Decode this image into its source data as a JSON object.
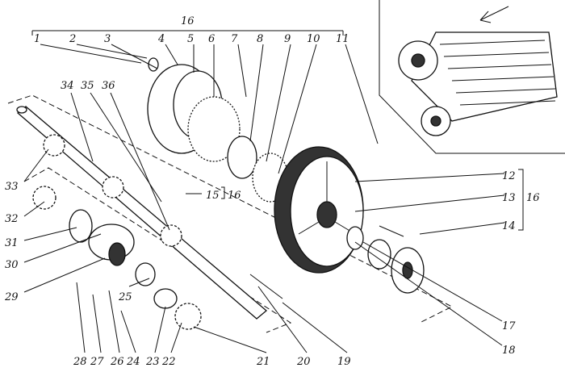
{
  "labels": {
    "top_group": "16",
    "l1": "1",
    "l2": "2",
    "l3": "3",
    "l4": "4",
    "l5": "5",
    "l6": "6",
    "l7": "7",
    "l8": "8",
    "l9": "9",
    "l10": "10",
    "l11": "11",
    "l12": "12",
    "l13": "13",
    "l14": "14",
    "right_group": "16",
    "l15": "15",
    "mid_group": "16",
    "l17": "17",
    "l18": "18",
    "l19": "19",
    "l20": "20",
    "l21": "21",
    "l22": "22",
    "l23": "23",
    "l24": "24",
    "l25": "25",
    "l26": "26",
    "l27": "27",
    "l28": "28",
    "l29": "29",
    "l30": "30",
    "l31": "31",
    "l32": "32",
    "l33": "33",
    "l34": "34",
    "l35": "35",
    "l36": "36"
  }
}
